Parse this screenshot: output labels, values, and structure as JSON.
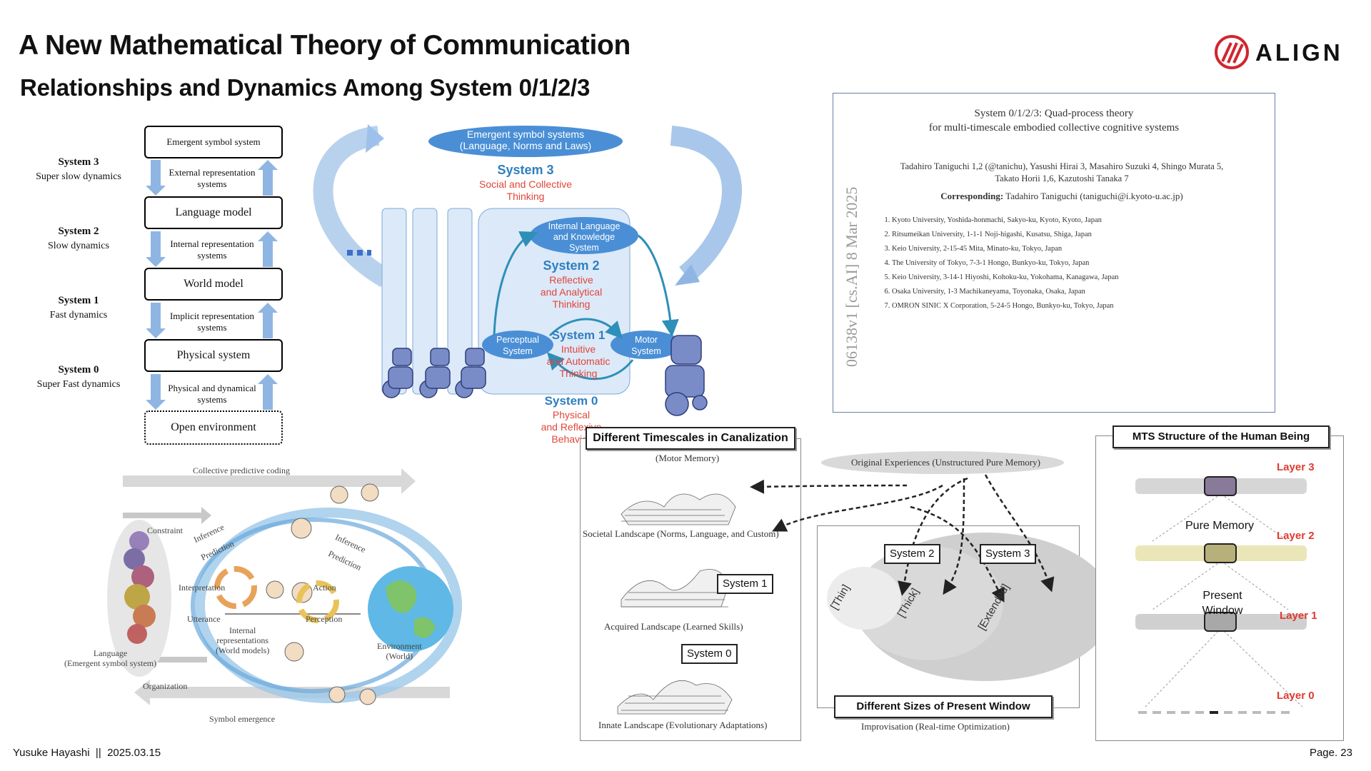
{
  "slide": {
    "title": "A New Mathematical Theory of Communication",
    "subtitle": "Relationships and Dynamics Among System 0/1/2/3",
    "logo_text": "ALIGN",
    "footer_author": "Yusuke Hayashi",
    "footer_sep": "||",
    "footer_date": "2025.03.15",
    "page": "Page. 23"
  },
  "stack": {
    "boxes": [
      "Emergent symbol system",
      "Language model",
      "World model",
      "Physical system",
      "Open environment"
    ],
    "reps": [
      "External representation systems",
      "Internal representation systems",
      "Implicit representation systems",
      "Physical and dynamical systems"
    ],
    "systems": [
      {
        "name": "System 3",
        "dyn": "Super slow dynamics"
      },
      {
        "name": "System 2",
        "dyn": "Slow dynamics"
      },
      {
        "name": "System 1",
        "dyn": "Fast dynamics"
      },
      {
        "name": "System 0",
        "dyn": "Super Fast dynamics"
      }
    ]
  },
  "quad": {
    "top_ellipse": "Emergent symbol systems (Language, Norms and Laws)",
    "top_line1": "Emergent symbol systems",
    "top_line2": "(Language, Norms and Laws)",
    "sys3": "System 3",
    "sys3_desc1": "Social and Collective",
    "sys3_desc2": "Thinking",
    "ilk1": "Internal Language",
    "ilk2": "and Knowledge",
    "ilk3": "System",
    "sys2": "System 2",
    "sys2_d1": "Reflective",
    "sys2_d2": "and Analytical",
    "sys2_d3": "Thinking",
    "sys1": "System 1",
    "sys1_d1": "Intuitive",
    "sys1_d2": "and Automatic",
    "sys1_d3": "Thinking",
    "perc1": "Perceptual",
    "perc2": "System",
    "motor1": "Motor",
    "motor2": "System",
    "sys0": "System 0",
    "sys0_d1": "Physical",
    "sys0_d2": "and Reflexive",
    "sys0_d3": "Behavior",
    "colors": {
      "blue": "#2e7fbf",
      "red": "#e0453a",
      "panel": "#d6e6f7",
      "ellipse": "#4a8fd6"
    }
  },
  "paper": {
    "title1": "System 0/1/2/3: Quad-process theory",
    "title2": "for multi-timescale embodied collective cognitive systems",
    "authors1": "Tadahiro Taniguchi 1,2 (@tanichu), Yasushi Hirai 3, Masahiro Suzuki 4, Shingo Murata 5,",
    "authors2": "Takato Horii 1,6, Kazutoshi Tanaka 7",
    "corr_label": "Corresponding:",
    "corr_text": "Tadahiro Taniguchi (taniguchi@i.kyoto-u.ac.jp)",
    "affiliations": [
      "Kyoto University, Yoshida-honmachi, Sakyo-ku, Kyoto, Kyoto, Japan",
      "Ritsumeikan University, 1-1-1 Noji-higashi, Kusatsu, Shiga, Japan",
      "Keio University, 2-15-45 Mita, Minato-ku, Tokyo, Japan",
      "The University of Tokyo, 7-3-1 Hongo, Bunkyo-ku, Tokyo, Japan",
      "Keio University, 3-14-1 Hiyoshi, Kohoku-ku, Yokohama, Kanagawa, Japan",
      "Osaka University, 1-3 Machikaneyama, Toyonaka, Osaka, Japan",
      "OMRON SINIC X Corporation, 5-24-5 Hongo, Bunkyo-ku, Tokyo, Japan"
    ],
    "arxiv": "06138v1 [cs.AI] 8 Mar 2025"
  },
  "collective": {
    "top": "Collective predictive coding",
    "constraint": "Constraint",
    "inference": "Inference",
    "prediction": "Prediction",
    "inference2": "Inference",
    "prediction2": "Prediction",
    "interpretation": "Interpretation",
    "utterance": "Utterance",
    "internal": "Internal representations (World models)",
    "internal1": "Internal",
    "internal2": "representations",
    "internal3": "(World models)",
    "action": "Action",
    "perception": "Perception",
    "language1": "Language",
    "language2": "(Emergent symbol system)",
    "environment1": "Environment",
    "environment2": "(World)",
    "organization": "Organization",
    "emergence": "Symbol emergence"
  },
  "canal": {
    "header": "Different Timescales in Canalization",
    "motor": "(Motor Memory)",
    "societal": "Societal Landscape (Norms, Language, and Custom)",
    "acquired": "Acquired Landscape (Learned Skills)",
    "innate": "Innate Landscape (Evolutionary Adaptations)",
    "sys1": "System 1",
    "sys0": "System 0"
  },
  "present": {
    "original": "Original Experiences (Unstructured Pure Memory)",
    "sys2": "System 2",
    "sys3": "System 3",
    "thin": "[Thin]",
    "thick": "[Thick]",
    "extended": "[Extended]",
    "header": "Different Sizes of Present Window",
    "improv": "Improvisation (Real-time Optimization)"
  },
  "mts": {
    "header": "MTS Structure of the Human Being",
    "layer3": "Layer 3",
    "layer2": "Layer 2",
    "layer1": "Layer 1",
    "layer0": "Layer 0",
    "pure": "Pure Memory",
    "present1": "Present",
    "present2": "Window"
  }
}
